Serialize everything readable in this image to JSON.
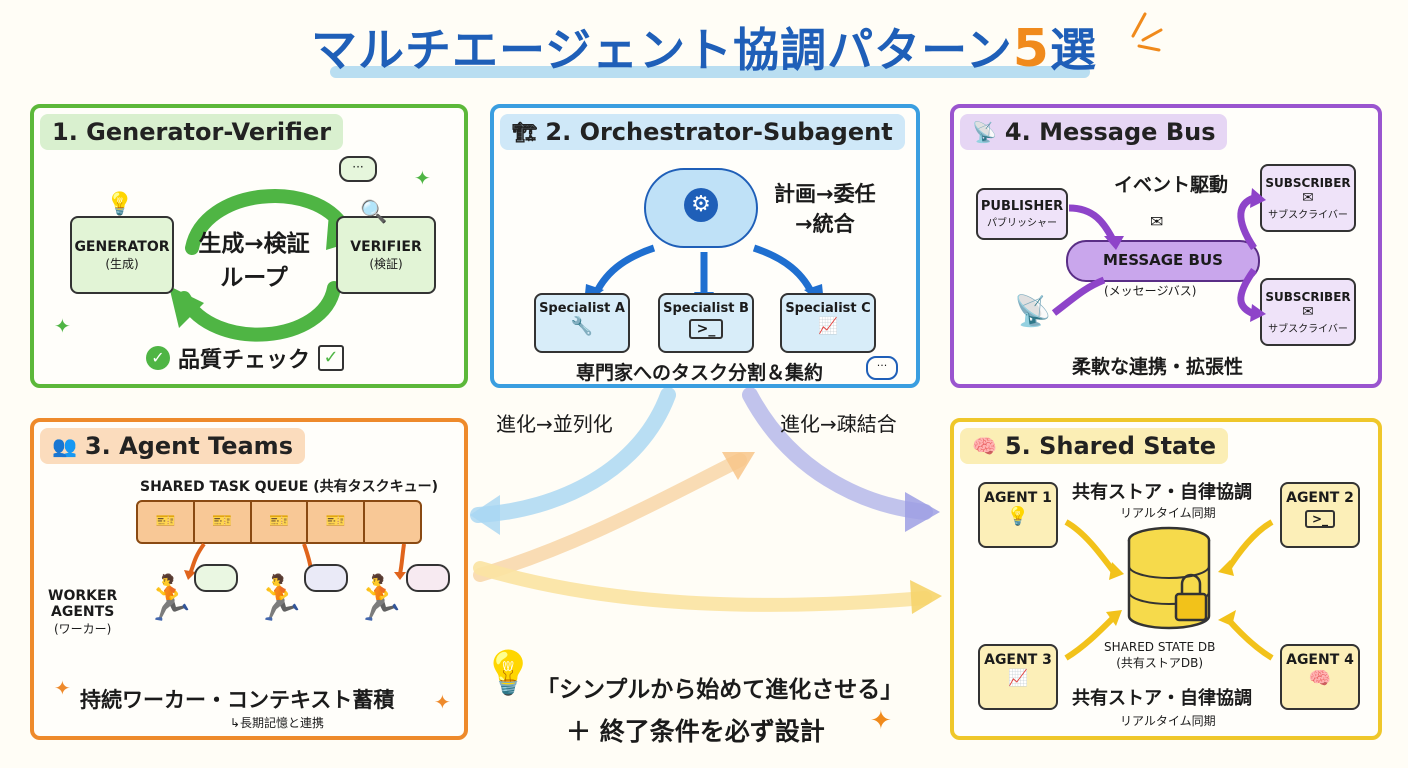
{
  "title": {
    "main": "マルチエージェント協調パターン",
    "number": "5",
    "suffix": "選"
  },
  "panels": {
    "p1": {
      "header": "1. Generator-Verifier",
      "generator": "GENERATOR",
      "generator_sub": "(生成)",
      "verifier": "VERIFIER",
      "verifier_sub": "(検証)",
      "loop_line1": "生成→検証",
      "loop_line2": "ループ",
      "check": "品質チェック"
    },
    "p2": {
      "header": "2. Orchestrator-Subagent",
      "plan_line1": "計画→委任",
      "plan_line2": "→統合",
      "specialists": [
        "Specialist A",
        "Specialist B",
        "Specialist C"
      ],
      "footer": "専門家へのタスク分割＆集約"
    },
    "p3": {
      "header": "3. Agent Teams",
      "queue": "SHARED TASK QUEUE (共有タスクキュー)",
      "workers_line1": "WORKER",
      "workers_line2": "AGENTS",
      "workers_line3": "(ワーカー)",
      "footer": "持続ワーカー・コンテキスト蓄積",
      "footer_sub": "↳長期記憶と連携"
    },
    "p4": {
      "header": "4. Message Bus",
      "event": "イベント駆動",
      "publisher": "PUBLISHER",
      "publisher_sub": "パブリッシャー",
      "subscriber": "SUBSCRIBER",
      "subscriber_sub": "サブスクライバー",
      "bus": "MESSAGE BUS",
      "bus_sub": "(メッセージバス)",
      "footer": "柔軟な連携・拡張性"
    },
    "p5": {
      "header": "5. Shared State",
      "store_top": "共有ストア・自律協調",
      "realtime_top": "リアルタイム同期",
      "agents": [
        "AGENT 1",
        "AGENT 2",
        "AGENT 3",
        "AGENT 4"
      ],
      "db_line1": "SHARED STATE DB",
      "db_line2": "(共有ストアDB)",
      "store_bottom": "共有ストア・自律協調",
      "realtime_bottom": "リアルタイム同期"
    }
  },
  "center": {
    "evo_left": "進化→並列化",
    "evo_right": "進化→疎結合",
    "quote": "「シンプルから始めて進化させる」",
    "plus": "＋ 終了条件を必ず設計"
  },
  "colors": {
    "green": "#5cb83a",
    "blue": "#3a9ee0",
    "purple": "#9a55cf",
    "orange": "#ee8a2b",
    "yellow": "#efc72a",
    "title": "#1f5fb8"
  }
}
